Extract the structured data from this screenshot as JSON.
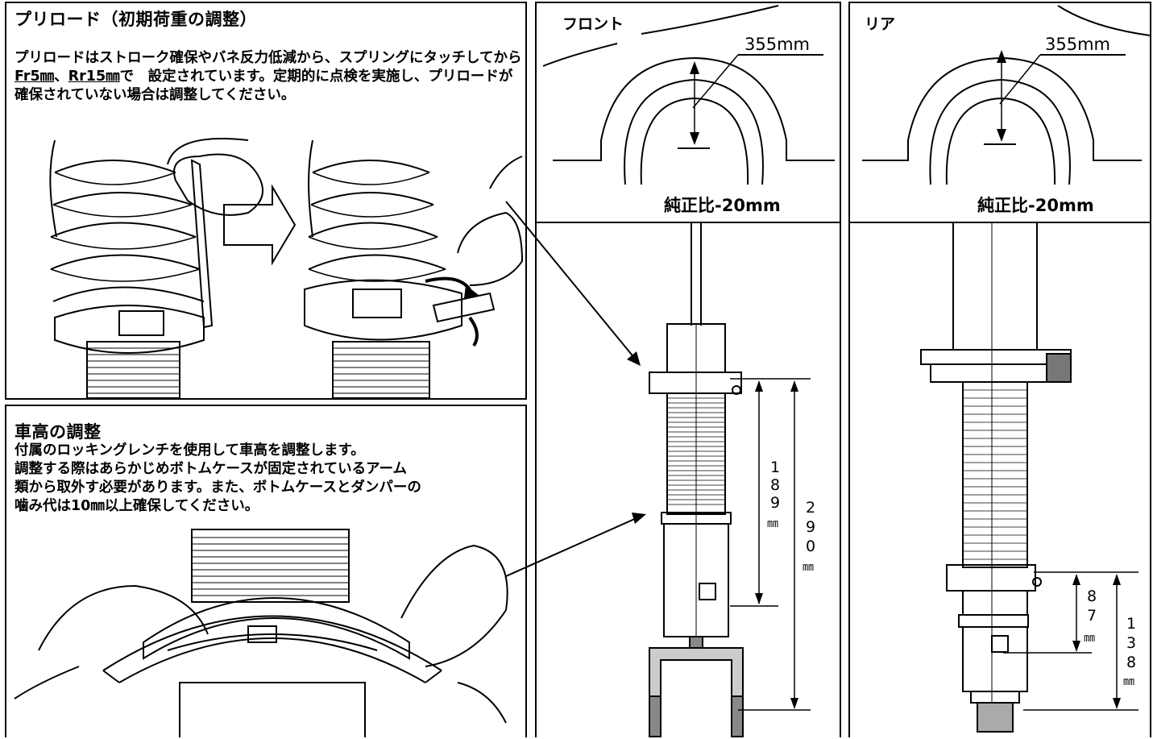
{
  "preload": {
    "title": "プリロード（初期荷重の調整）",
    "body_before": "プリロードはストローク確保やバネ反力低減から、スプリングにタッチしてから",
    "fr_value": "Fr5㎜",
    "separator": "、",
    "rr_value": "Rr15㎜",
    "body_after": "で　設定されています。定期的に点検を実施し、プリロードが確保されていない場合は調整してください。"
  },
  "ride_height": {
    "title": "車高の調整",
    "lines": [
      "付属のロッキングレンチを使用して車高を調整します。",
      "調整する際はあらかじめボトムケースが固定されているアーム",
      "類から取外す必要があります。また、ボトムケースとダンパーの",
      "噛み代は10㎜以上確保してください。"
    ]
  },
  "front": {
    "label": "フロント",
    "arch_dim": "355mm",
    "diff": "純正比-20mm",
    "dim_upper": [
      "1",
      "8",
      "9",
      "㎜"
    ],
    "dim_total": [
      "2",
      "9",
      "0",
      "㎜"
    ]
  },
  "rear": {
    "label": "リア",
    "arch_dim": "355mm",
    "diff": "純正比-20mm",
    "dim_upper": [
      "8",
      "7",
      "㎜"
    ],
    "dim_total": [
      "1",
      "3",
      "8",
      "㎜"
    ]
  }
}
